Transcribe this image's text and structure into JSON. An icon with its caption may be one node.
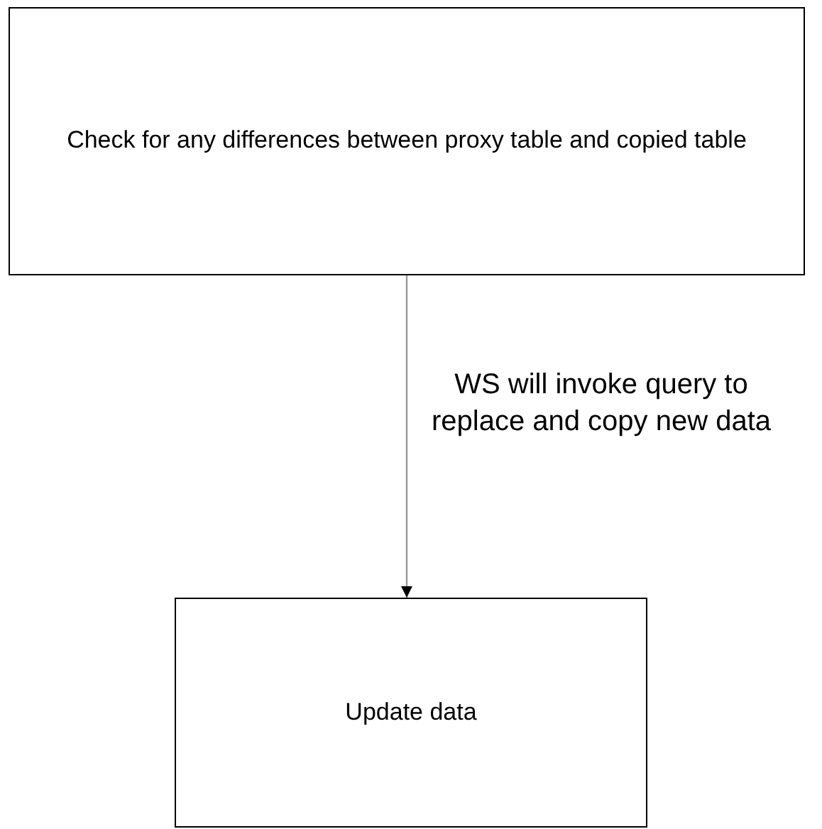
{
  "diagram": {
    "nodes": [
      {
        "text": [
          "Check for any differences between proxy table and copied table"
        ]
      },
      {
        "text": [
          "Update data"
        ]
      }
    ],
    "edges": [
      {
        "from": 0,
        "to": 1,
        "arrow": "to",
        "label": "WS will invoke query to replace and copy new data"
      }
    ]
  }
}
